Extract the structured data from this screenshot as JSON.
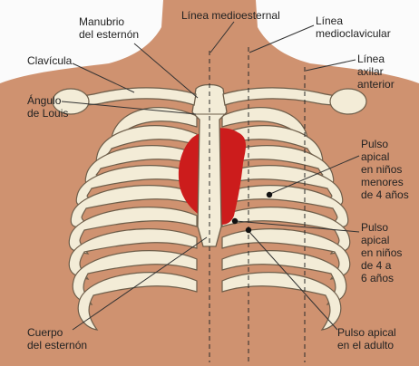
{
  "colors": {
    "background": "#fbfbfb",
    "skin": "#cf9270",
    "bone": "#f3ecd7",
    "bone_outline": "#6e5e4a",
    "heart": "#cc1c1c",
    "leader_line": "#333333"
  },
  "labels": {
    "manubrio": "Manubrio\ndel esternón",
    "linea_medioesternal": "Línea medioesternal",
    "linea_medioclavicular": "Línea\nmedioclavicular",
    "clavicula": "Clavícula",
    "linea_axilar": "Línea\naxilar\nanterior",
    "angulo_louis": "Ángulo\nde Louis",
    "pulso_apical_ninos_menores": "Pulso\napical\nen niños\nmenores\nde 4 años",
    "pulso_apical_ninos_4_6": "Pulso\napical\nen niños\nde 4 a\n6 años",
    "cuerpo_esternon": "Cuerpo\ndel esternón",
    "pulso_apical_adulto": "Pulso apical\nen el adulto"
  }
}
